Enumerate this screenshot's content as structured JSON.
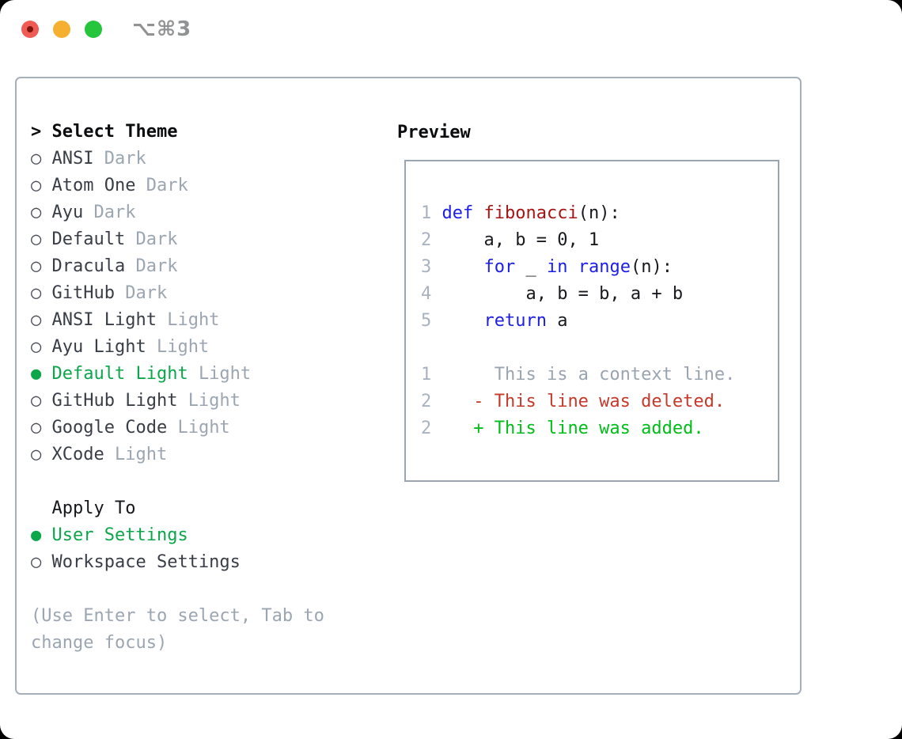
{
  "window": {
    "shortcut": "⌥⌘3",
    "traffic_lights": [
      "close",
      "minimize",
      "zoom"
    ]
  },
  "colors": {
    "selection_green": "#0ca64b",
    "added_green": "#00bd18",
    "deleted_red": "#c5392b",
    "keyword_blue": "#1d1de9",
    "function_maroon": "#a81414",
    "dim_gray": "#9ba6b2",
    "line_number_gray": "#a9b2bf",
    "text_dark": "#383d46",
    "panel_border": "#a6afba",
    "traffic_red": "#ee5c54",
    "traffic_yellow": "#f5b02f",
    "traffic_green": "#27c53c"
  },
  "theme_list": {
    "cursor": "> ",
    "header": "Select Theme",
    "items": [
      {
        "label": "ANSI",
        "variant": "Dark",
        "selected": false
      },
      {
        "label": "Atom One",
        "variant": "Dark",
        "selected": false
      },
      {
        "label": "Ayu",
        "variant": "Dark",
        "selected": false
      },
      {
        "label": "Default",
        "variant": "Dark",
        "selected": false
      },
      {
        "label": "Dracula",
        "variant": "Dark",
        "selected": false
      },
      {
        "label": "GitHub",
        "variant": "Dark",
        "selected": false
      },
      {
        "label": "ANSI Light",
        "variant": "Light",
        "selected": false
      },
      {
        "label": "Ayu Light",
        "variant": "Light",
        "selected": false
      },
      {
        "label": "Default Light",
        "variant": "Light",
        "selected": true
      },
      {
        "label": "GitHub Light",
        "variant": "Light",
        "selected": false
      },
      {
        "label": "Google Code",
        "variant": "Light",
        "selected": false
      },
      {
        "label": "XCode",
        "variant": "Light",
        "selected": false
      }
    ]
  },
  "apply_to": {
    "header": "Apply To",
    "options": [
      {
        "label": "User Settings",
        "selected": true
      },
      {
        "label": "Workspace Settings",
        "selected": false
      }
    ]
  },
  "hint_lines": [
    "(Use Enter to select, Tab to",
    "change focus)"
  ],
  "preview": {
    "title": "Preview",
    "code_lines": [
      {
        "num": "1",
        "tokens": [
          {
            "t": "def",
            "c": "kw"
          },
          {
            "t": " ",
            "c": "pl"
          },
          {
            "t": "fibonacci",
            "c": "fn"
          },
          {
            "t": "(n):",
            "c": "pl"
          }
        ]
      },
      {
        "num": "2",
        "tokens": [
          {
            "t": "    a, b = 0, 1",
            "c": "pl"
          }
        ]
      },
      {
        "num": "3",
        "tokens": [
          {
            "t": "    ",
            "c": "pl"
          },
          {
            "t": "for",
            "c": "kw"
          },
          {
            "t": " _ ",
            "c": "pl"
          },
          {
            "t": "in",
            "c": "kw"
          },
          {
            "t": " ",
            "c": "pl"
          },
          {
            "t": "range",
            "c": "kw"
          },
          {
            "t": "(n):",
            "c": "pl"
          }
        ]
      },
      {
        "num": "4",
        "tokens": [
          {
            "t": "        a, b = b, a + b",
            "c": "pl"
          }
        ]
      },
      {
        "num": "5",
        "tokens": [
          {
            "t": "    ",
            "c": "pl"
          },
          {
            "t": "return",
            "c": "kw"
          },
          {
            "t": " a",
            "c": "pl"
          }
        ]
      }
    ],
    "diff_lines": [
      {
        "num": "1",
        "tokens": [
          {
            "t": "     This is a context line.",
            "c": "ctx"
          }
        ]
      },
      {
        "num": "2",
        "tokens": [
          {
            "t": "   - This line was deleted.",
            "c": "del"
          }
        ]
      },
      {
        "num": "2",
        "tokens": [
          {
            "t": "   + This line was added.",
            "c": "add"
          }
        ]
      }
    ]
  }
}
